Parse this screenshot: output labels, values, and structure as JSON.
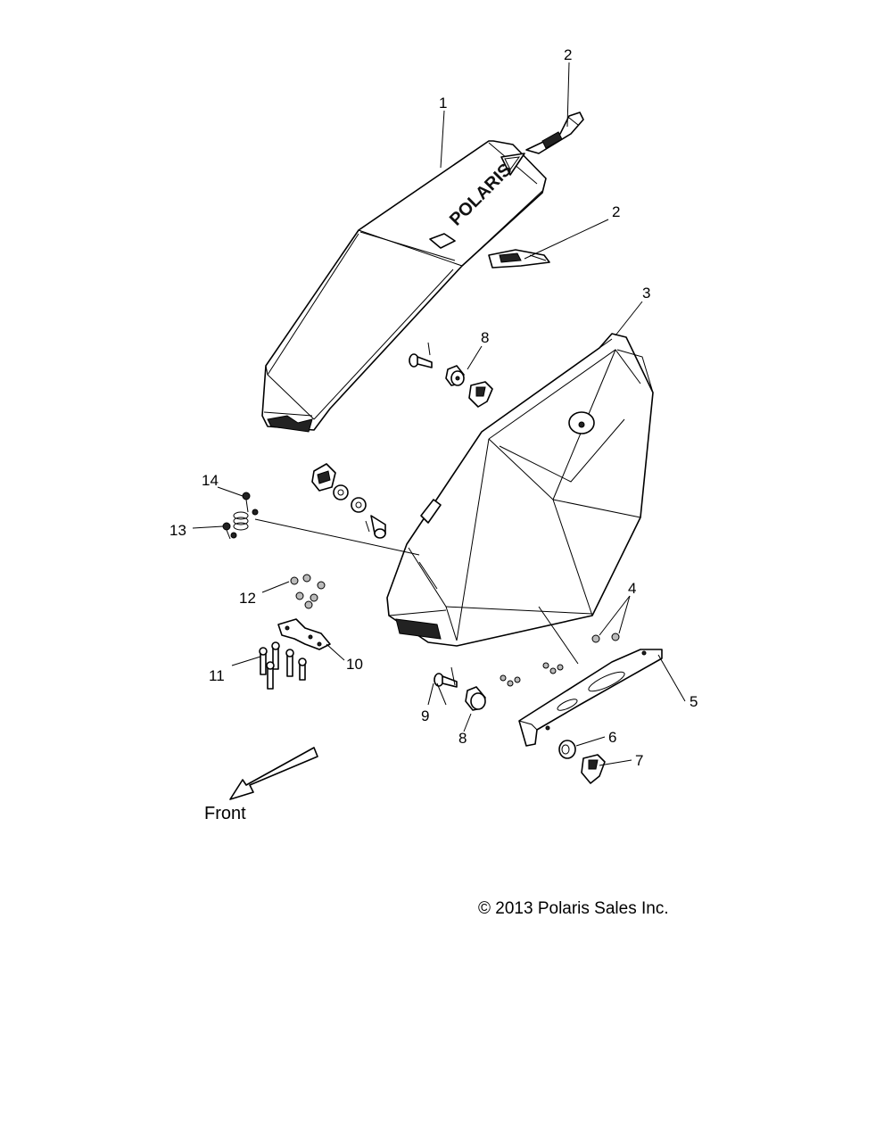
{
  "callouts": {
    "c1": "1",
    "c2a": "2",
    "c2b": "2",
    "c3": "3",
    "c4": "4",
    "c5": "5",
    "c6": "6",
    "c7": "7",
    "c8a": "8",
    "c8b": "8",
    "c9": "9",
    "c10": "10",
    "c11": "11",
    "c12": "12",
    "c13": "13",
    "c14": "14"
  },
  "direction_label": "Front",
  "seat_logo_text": "POLARIS",
  "copyright": "© 2013 Polaris Sales Inc."
}
